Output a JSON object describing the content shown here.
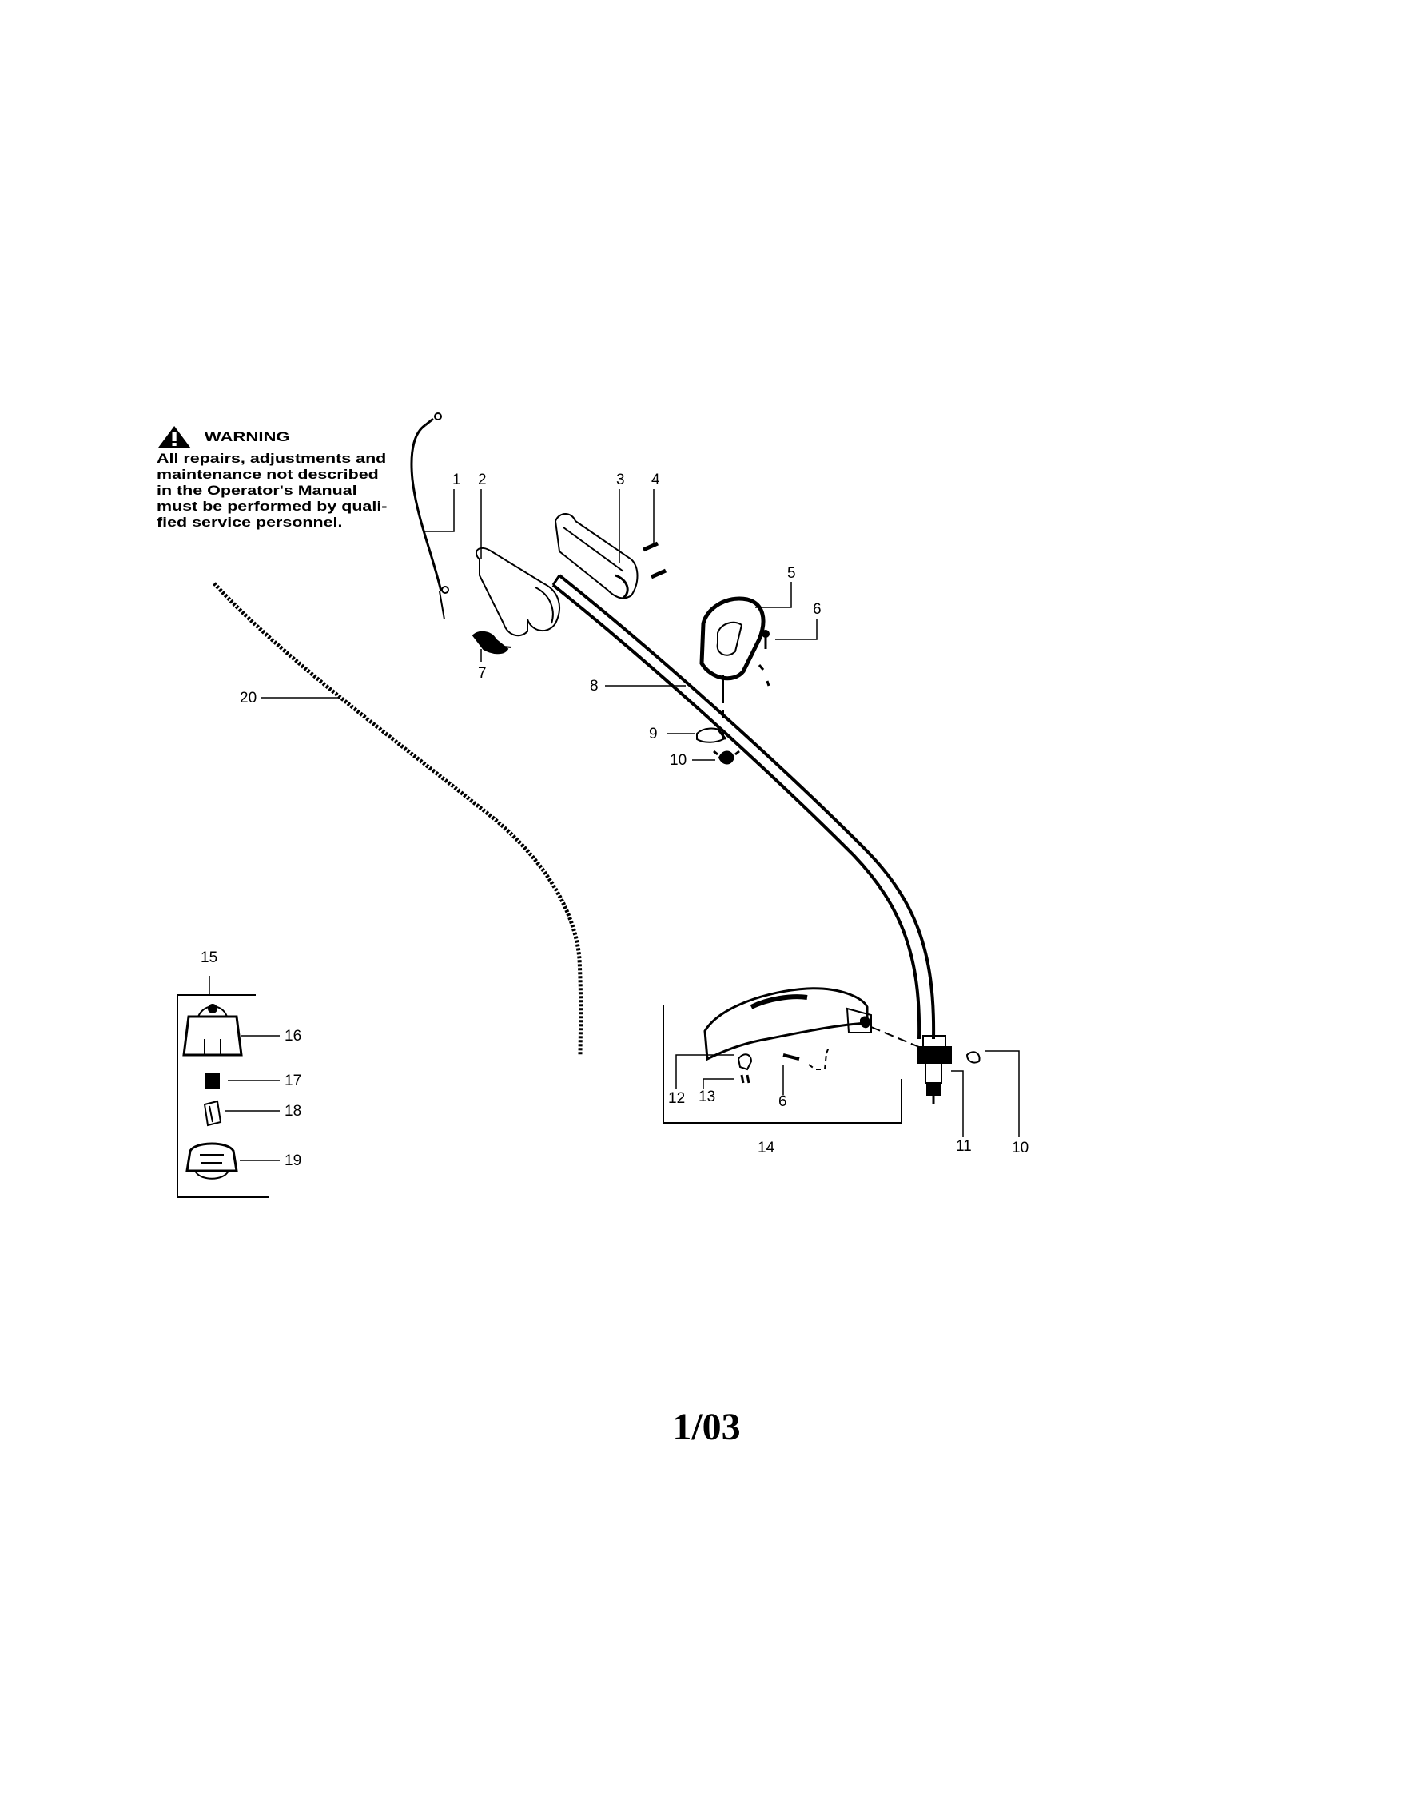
{
  "warning": {
    "title": "WARNING",
    "lines": [
      "All repairs, adjustments and",
      "maintenance not described",
      "in the Operator's Manual",
      "must be performed by quali-",
      "fied service personnel."
    ],
    "icon": "warning-triangle-icon"
  },
  "callouts": {
    "c1": "1",
    "c2": "2",
    "c3": "3",
    "c4": "4",
    "c5": "5",
    "c6a": "6",
    "c7": "7",
    "c8": "8",
    "c9": "9",
    "c10a": "10",
    "c20": "20",
    "c15": "15",
    "c16": "16",
    "c17": "17",
    "c18": "18",
    "c19": "19",
    "c12": "12",
    "c13": "13",
    "c6b": "6",
    "c14": "14",
    "c11": "11",
    "c10b": "10"
  },
  "footer": {
    "date_code": "1/03"
  }
}
